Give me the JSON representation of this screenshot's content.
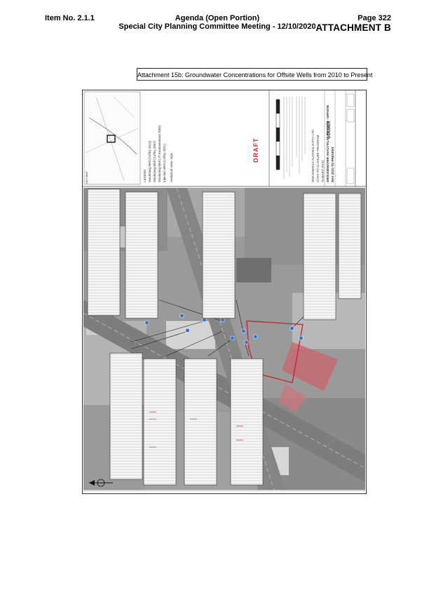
{
  "header": {
    "item_no": "Item No. 2.1.1",
    "agenda_title": "Agenda (Open Portion)",
    "meeting": "Special City Planning Committee Meeting - 12/10/2020",
    "page": "Page 322",
    "attachment": "ATTACHMENT B"
  },
  "caption": "Attachment 15b: Groundwater Concentrations for Offsite Wells from 2010 to Present",
  "drawing": {
    "draft_stamp": "DRAFT",
    "key_map_label": "KEY MAP",
    "legend_title": "LEGEND",
    "legend_items": [
      "Monitoring Well (Coffey 2012)",
      "Monitoring Well (Coffey 2007)",
      "Monitoring Well (JT Environmental 2005)",
      "Injection Well (Coffey 2011)"
    ],
    "legend_note": "Analytical units: mg/L",
    "client": "VIVA ENERGY AUSTRALIA PTY LTD",
    "project_lines": [
      "COST TO CLOSURE PROGRAM",
      "HOBART (TAS)"
    ],
    "title_lines": [
      "GROUNDWATER ANALYTICAL RESULTS - OFFSITE",
      "MAY 2010 TO PRESENT"
    ],
    "company": "GOLDER",
    "colors": {
      "red_outline": "#c8283a",
      "well_marker": "#2f6fd0",
      "label_box": "#f4f4f4"
    }
  }
}
